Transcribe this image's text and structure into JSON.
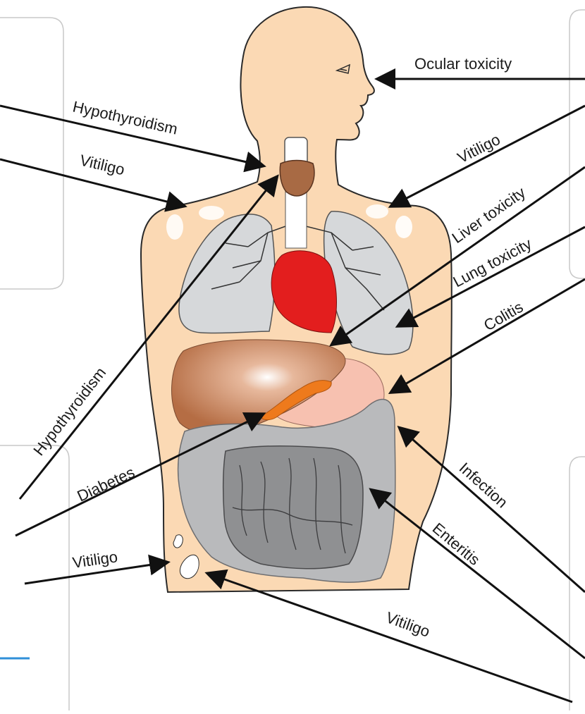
{
  "labels": {
    "ocular": "Ocular toxicity",
    "hypothyroidism_left": "Hypothyroidism",
    "vitiligo_left_shoulder": "Vitiligo",
    "vitiligo_right_shoulder": "Vitiligo",
    "liver": "Liver toxicity",
    "lung": "Lung toxicity",
    "colitis": "Colitis",
    "hypothyroidism_diagonal": "Hypothyroidism",
    "diabetes": "Diabetes",
    "infection": "Infection",
    "enteritis": "Enteritis",
    "vitiligo_hip": "Vitiligo",
    "vitiligo_bottom": "Vitiligo"
  },
  "colors": {
    "skin": "#fbd9b4",
    "skin_outline": "#2a2a2a",
    "lung": "#d6d8da",
    "heart": "#e31e1e",
    "liver": "#c47c54",
    "stomach": "#f7c1b0",
    "pancreas": "#ee7a1c",
    "intestine_outer": "#b9babc",
    "intestine_inner": "#8f9092",
    "thyroid": "#a86a44",
    "trachea": "#ffffff",
    "vitiligo": "#ffffff",
    "arrow": "#111111",
    "panel_border": "#c8c8c8",
    "accent_line": "#2f8fd8"
  }
}
